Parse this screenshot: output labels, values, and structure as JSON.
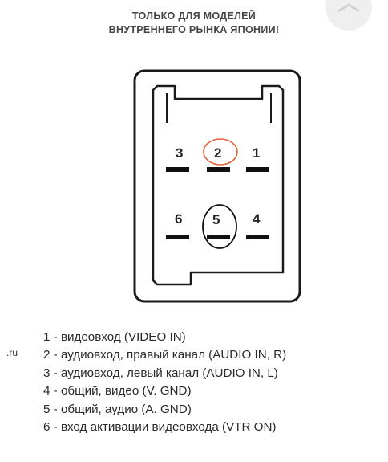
{
  "header": {
    "line1": "ТОЛЬКО ДЛЯ МОДЕЛЕЙ",
    "line2": "ВНУТРЕННЕГО РЫНКА ЯПОНИИ!"
  },
  "connector": {
    "pins": [
      {
        "id": "3",
        "label": "3"
      },
      {
        "id": "2",
        "label": "2",
        "marked": true,
        "mark_color": "#e0653a"
      },
      {
        "id": "1",
        "label": "1"
      },
      {
        "id": "6",
        "label": "6"
      },
      {
        "id": "5",
        "label": "5",
        "marked": true,
        "mark_color": "#111111"
      },
      {
        "id": "4",
        "label": "4"
      }
    ]
  },
  "side_text": ".ru",
  "legend": [
    {
      "text": "1 - видеовход (VIDEO IN)"
    },
    {
      "text": "2 - аудиовход, правый канал (AUDIO IN, R)"
    },
    {
      "text": "3 - аудиовход, левый канал (AUDIO IN, L)"
    },
    {
      "text": "4 - общий, видео (V. GND)"
    },
    {
      "text": "5 - общий, аудио (A. GND)"
    },
    {
      "text": "6 - вход активации видеовхода (VTR ON)"
    }
  ]
}
